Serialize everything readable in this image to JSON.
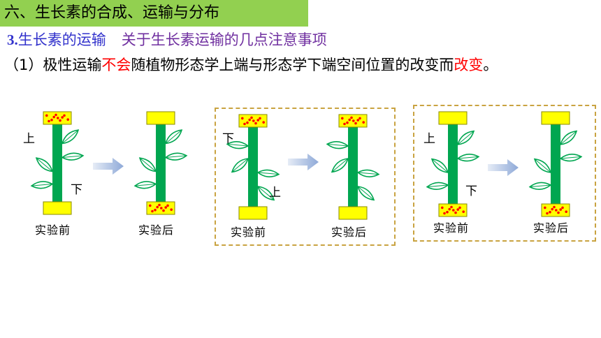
{
  "banner": {
    "title": "六、生长素的合成、运输与分布"
  },
  "subhead": {
    "number": "3.",
    "title": "生长素的运输",
    "topic": "关于生长素运输的几点注意事项"
  },
  "point": {
    "prefix": "（1）极性运输",
    "red1": "不会",
    "middle": "随植物形态学上端与形态学下端空间位置的改变而",
    "red2": "改变",
    "suffix": "。"
  },
  "diagrams": [
    {
      "before": {
        "top_label": "上",
        "bottom_label": "下",
        "caption": "实验前"
      },
      "after": {
        "caption": "实验后"
      }
    },
    {
      "before": {
        "top_label": "下",
        "bottom_label": "上",
        "caption": "实验前"
      },
      "after": {
        "caption": "实验后"
      }
    },
    {
      "before": {
        "top_label": "上",
        "bottom_label": "下",
        "caption": "实验前"
      },
      "after": {
        "caption": "实验后"
      }
    }
  ],
  "colors": {
    "stem": "#00a650",
    "block": "#ffff00",
    "auxin_dot": "#ff0000",
    "leaf_stroke": "#00a650",
    "arrow": "#9db3dc",
    "banner": "#92d050",
    "dashed_border": "#c9a341"
  }
}
